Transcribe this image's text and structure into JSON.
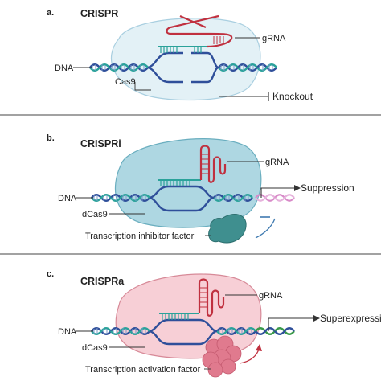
{
  "panels": [
    {
      "letter": "a.",
      "title": "CRISPR",
      "dna_label": "DNA",
      "enzyme_label": "Cas9",
      "grna_label": "gRNA",
      "outcome_label": "Knockout"
    },
    {
      "letter": "b.",
      "title": "CRISPRi",
      "dna_label": "DNA",
      "enzyme_label": "dCas9",
      "grna_label": "gRNA",
      "factor_label": "Transcription inhibitor factor",
      "outcome_label": "Suppression"
    },
    {
      "letter": "c.",
      "title": "CRISPRa",
      "dna_label": "DNA",
      "enzyme_label": "dCas9",
      "grna_label": "gRNA",
      "factor_label": "Transcription activation factor",
      "outcome_label": "Superexpressi"
    }
  ],
  "colors": {
    "dna_blue": "#2f4f9a",
    "dna_teal": "#2aa29a",
    "grna_red": "#c0303f",
    "panel_a_fill": "#e3f1f6",
    "panel_b_fill": "#aed7e2",
    "panel_c_fill": "#f7cfd6",
    "inhibitor": "#3f8f8f",
    "activator": "#e07a8e",
    "suppressed_dna": "#d88ac8",
    "activated_dna": "#3a9a4a"
  }
}
